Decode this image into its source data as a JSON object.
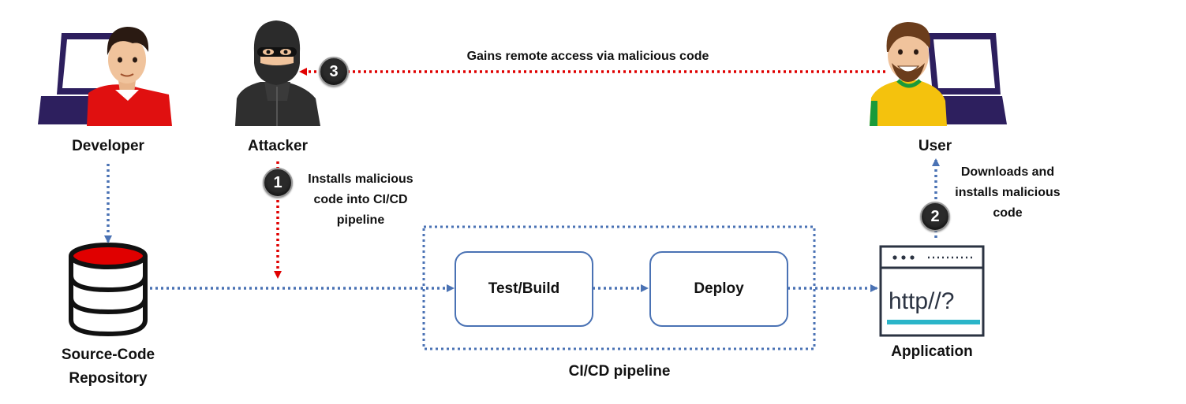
{
  "actors": {
    "developer": "Developer",
    "attacker": "Attacker",
    "user": "User",
    "repository": [
      "Source-Code",
      "Repository"
    ],
    "application": "Application"
  },
  "pipeline": {
    "label": "CI/CD pipeline",
    "stages": [
      "Test/Build",
      "Deploy"
    ]
  },
  "steps": [
    {
      "number": "1",
      "text": [
        "Installs malicious",
        "code into CI/CD",
        "pipeline"
      ]
    },
    {
      "number": "2",
      "text": [
        "Downloads and",
        "installs malicious",
        "code"
      ]
    },
    {
      "number": "3",
      "text": [
        "Gains remote access via malicious code"
      ]
    }
  ],
  "app_window": {
    "url_text": "http//?"
  },
  "colors": {
    "flow_arrow": "#4a72b4",
    "attack_arrow": "#e00000",
    "laptop": "#2d1f5e",
    "accent_cyan": "#2bb5c9",
    "db_top": "#e00000"
  }
}
